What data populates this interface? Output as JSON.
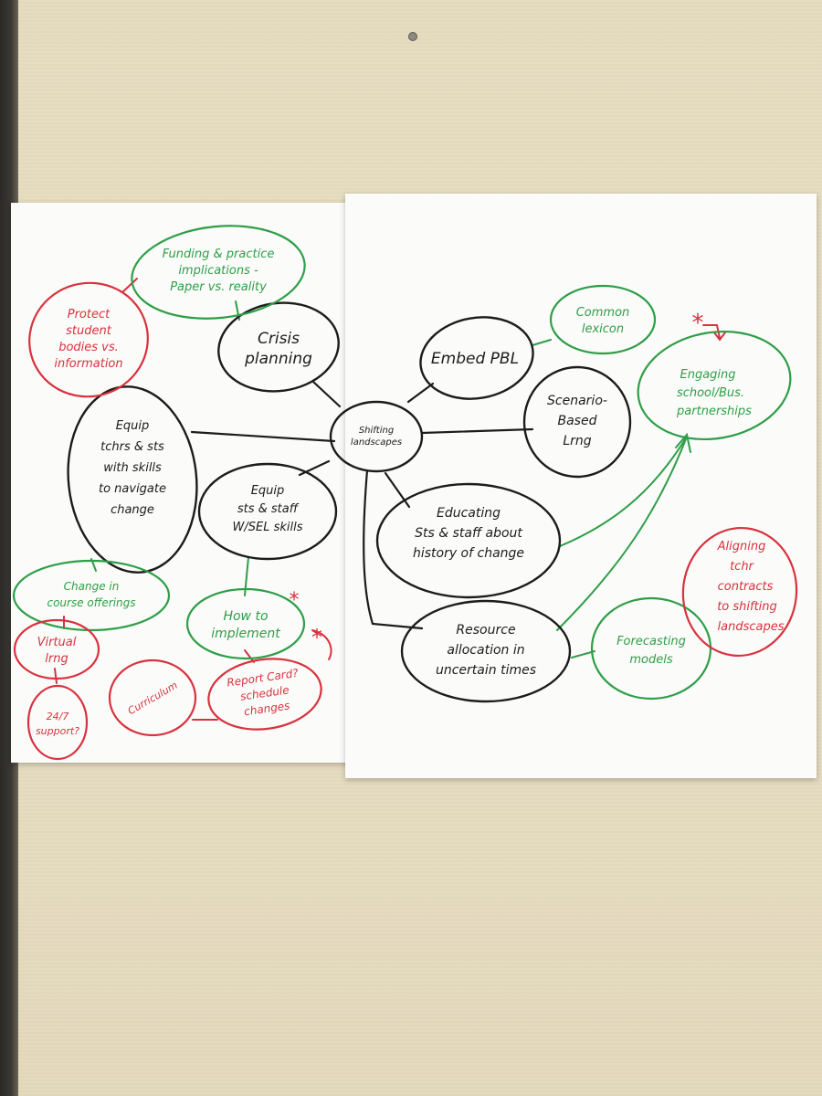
{
  "colors": {
    "black_marker": "#1c1c1c",
    "green_marker": "#2e9e48",
    "red_marker": "#d8323e",
    "wall": "#e6dcc0",
    "paper": "#fbfbf9"
  },
  "center": [
    "Shifting",
    "landscapes"
  ],
  "black_nodes": {
    "crisis": [
      "Crisis",
      "planning"
    ],
    "embed": [
      "Embed PBL"
    ],
    "scenario": [
      "Scenario-",
      "Based",
      "Lrng"
    ],
    "equip_tchrs": [
      "Equip",
      "tchrs & sts",
      "with skills",
      "to navigate",
      "change"
    ],
    "equip_sts": [
      "Equip",
      "sts & staff",
      "W/SEL skills"
    ],
    "educating": [
      "Educating",
      "Sts & staff about",
      "history of change"
    ],
    "resource": [
      "Resource",
      "allocation in",
      "uncertain times"
    ]
  },
  "green_nodes": {
    "funding": [
      "Funding & practice",
      "implications -",
      "Paper vs. reality"
    ],
    "lexicon": [
      "Common",
      "lexicon"
    ],
    "engaging": [
      "Engaging",
      "school/Bus.",
      "partnerships"
    ],
    "course": [
      "Change in",
      "course offerings"
    ],
    "implement": [
      "How to",
      "implement"
    ],
    "forecasting": [
      "Forecasting",
      "models"
    ]
  },
  "red_nodes": {
    "protect": [
      "Protect",
      "student",
      "bodies vs.",
      "information"
    ],
    "virtual": [
      "Virtual",
      "lrng"
    ],
    "support": [
      "24/7",
      "support?"
    ],
    "curriculum": [
      "Curriculum"
    ],
    "report": [
      "Report Card?",
      "schedule",
      "changes"
    ],
    "aligning": [
      "Aligning",
      "tchr",
      "contracts",
      "to shifting",
      "landscapes"
    ]
  },
  "marks": {
    "asterisk": "*"
  }
}
